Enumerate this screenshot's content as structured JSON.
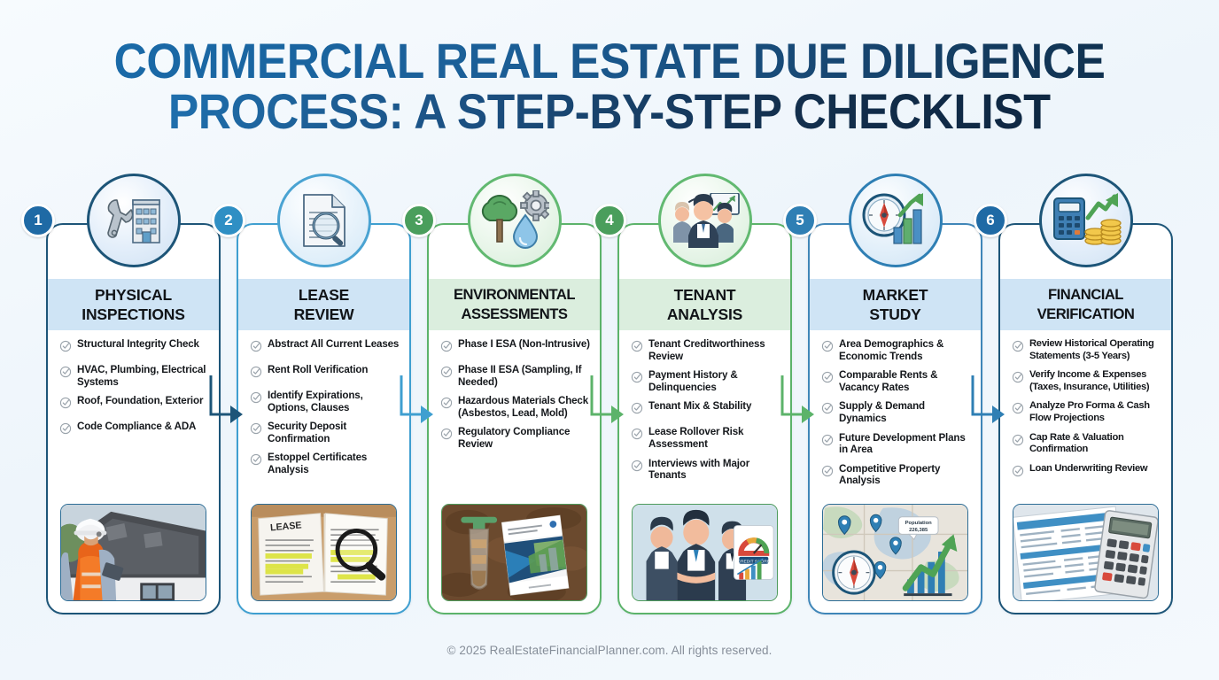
{
  "title": {
    "line1": "COMMERCIAL REAL ESTATE DUE DILIGENCE",
    "line2": "PROCESS: A STEP-BY-STEP CHECKLIST"
  },
  "footer": "© 2025 RealEstateFinancialPlanner.com. All rights reserved.",
  "colors": {
    "title_blue": "#1a6aa8",
    "title_navy": "#0e2742",
    "navy_border": "#1d5578",
    "blue_border": "#3f9fd0",
    "green_border": "#5cb36a",
    "blue_band": "#cfe4f5",
    "green_band": "#dbeede",
    "badge_blue": "#1f6aa5",
    "badge_green": "#4a9e5c",
    "check_gray": "#9aa3ab",
    "footer_gray": "#868e99"
  },
  "steps": [
    {
      "number": "1",
      "title_line1": "PHYSICAL",
      "title_line2": "INSPECTIONS",
      "icon": "wrench-building-icon",
      "photo": "roof-inspector-photo",
      "items": [
        "Structural Integrity Check",
        "HVAC, Plumbing, Electrical Systems",
        "Roof, Foundation, Exterior",
        "Code Compliance & ADA"
      ]
    },
    {
      "number": "2",
      "title_line1": "LEASE",
      "title_line2": "REVIEW",
      "icon": "document-magnifier-icon",
      "photo": "lease-document-photo",
      "items": [
        "Abstract All Current Leases",
        "Rent Roll Verification",
        "Identify Expirations, Options, Clauses",
        "Security Deposit Confirmation",
        "Estoppel Certificates Analysis"
      ]
    },
    {
      "number": "3",
      "title_line1": "ENVIRONMENTAL",
      "title_line2": "ASSESSMENTS",
      "icon": "tree-gear-droplet-icon",
      "photo": "soil-sample-report-photo",
      "items": [
        "Phase I ESA (Non-Intrusive)",
        "Phase II ESA (Sampling, If Needed)",
        "Hazardous Materials Check (Asbestos, Lead, Mold)",
        "Regulatory Compliance Review"
      ]
    },
    {
      "number": "4",
      "title_line1": "TENANT",
      "title_line2": "ANALYSIS",
      "icon": "people-chart-icon",
      "photo": "business-team-credit-score-photo",
      "items": [
        "Tenant Creditworthiness Review",
        "Payment History & Delinquencies",
        "Tenant Mix & Stability",
        "Lease Rollover Risk Assessment",
        "Interviews with Major Tenants"
      ]
    },
    {
      "number": "5",
      "title_line1": "MARKET",
      "title_line2": "STUDY",
      "icon": "compass-bar-chart-icon",
      "photo": "map-compass-growth-photo",
      "items": [
        "Area Demographics & Economic Trends",
        "Comparable Rents & Vacancy Rates",
        "Supply & Demand Dynamics",
        "Future Development Plans in Area",
        "Competitive Property Analysis"
      ]
    },
    {
      "number": "6",
      "title_line1": "FINANCIAL",
      "title_line2": "VERIFICATION",
      "icon": "calculator-coins-growth-icon",
      "photo": "financial-statement-calculator-photo",
      "items": [
        "Review Historical Operating Statements (3-5 Years)",
        "Verify Income & Expenses (Taxes, Insurance, Utilities)",
        "Analyze Pro Forma & Cash Flow Projections",
        "Cap Rate & Valuation Confirmation",
        "Loan Underwriting Review"
      ]
    }
  ],
  "photo_labels": {
    "lease": "LEASE",
    "credit_score": "CREDIT SCORE",
    "population": "Population"
  }
}
